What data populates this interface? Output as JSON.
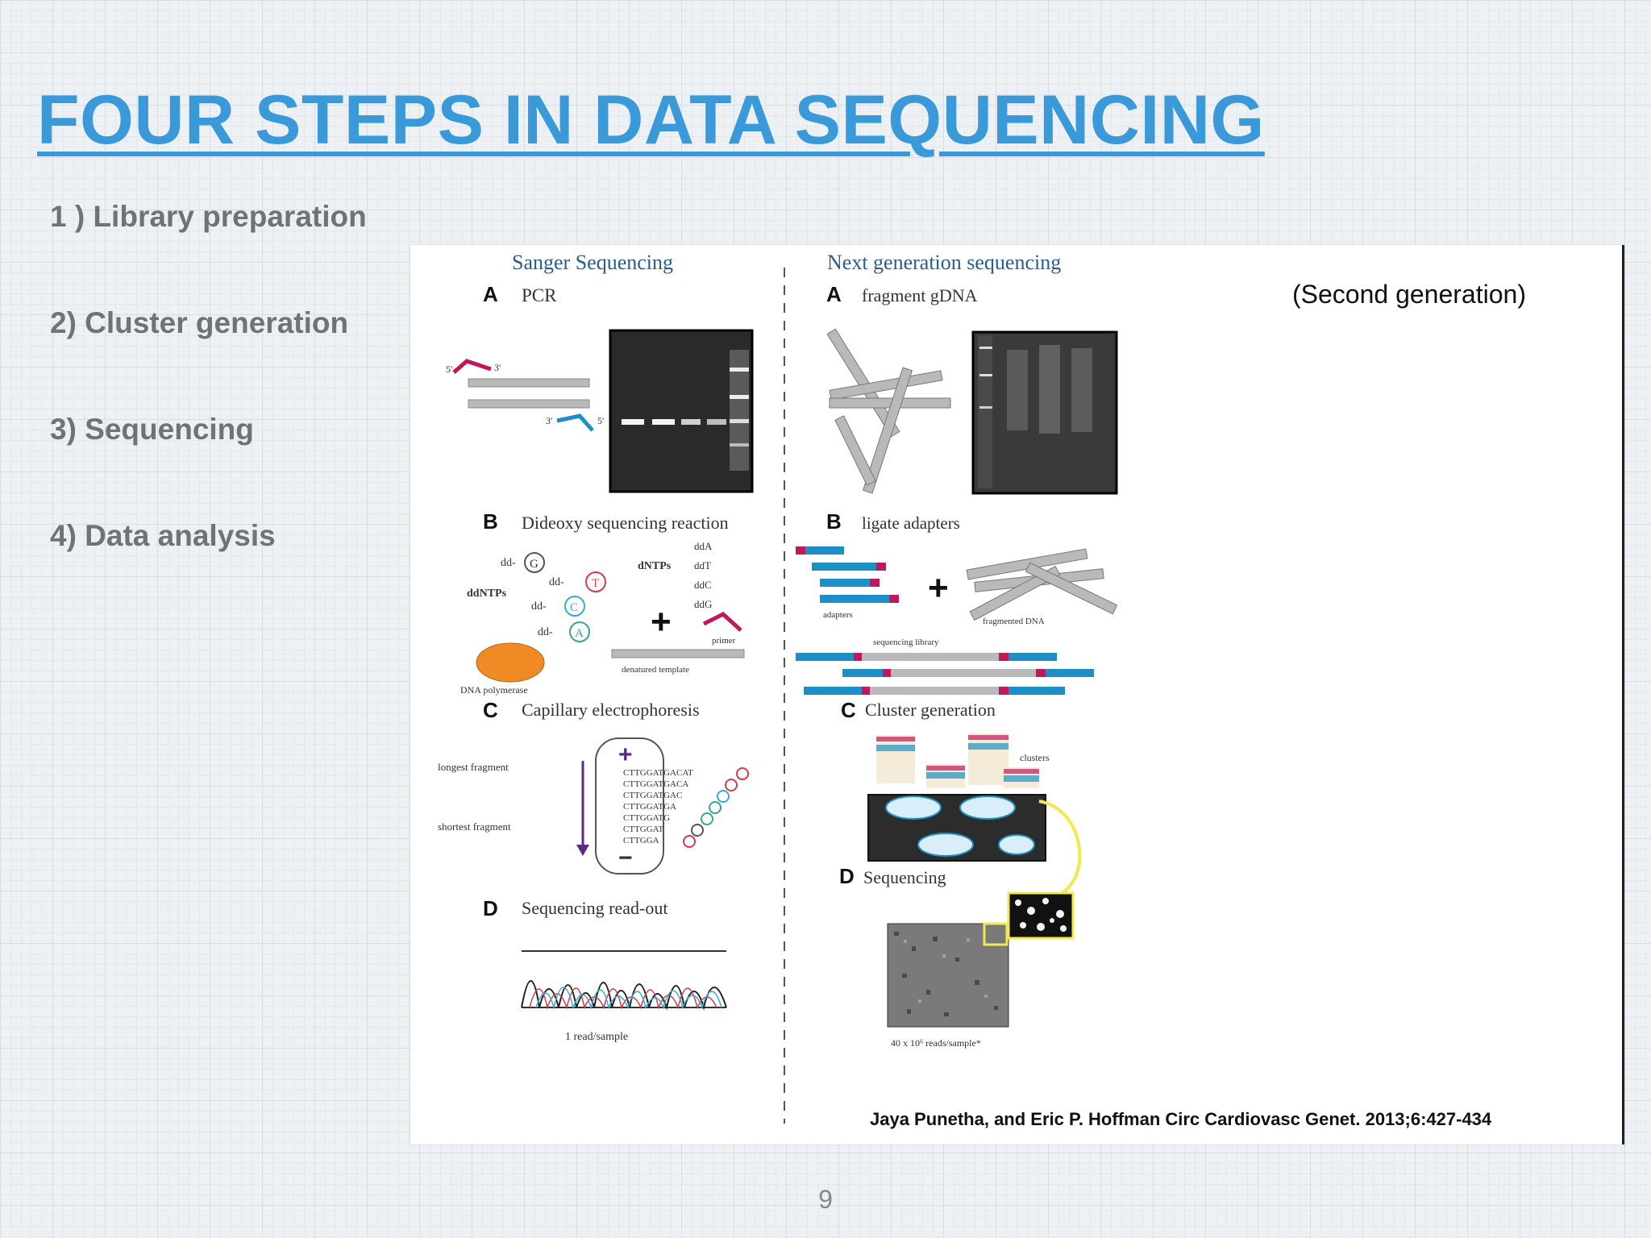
{
  "slide": {
    "title": "FOUR STEPS IN DATA SEQUENCING",
    "steps": [
      "1 ) Library preparation",
      "2) Cluster generation",
      "3) Sequencing",
      "4) Data analysis"
    ],
    "page_number": "9",
    "title_color": "#3a9ad9"
  },
  "figure": {
    "left_heading": "Sanger Sequencing",
    "right_heading": "Next generation sequencing",
    "second_generation": "(Second generation)",
    "citation": "Jaya Punetha, and Eric P. Hoffman Circ Cardiovasc Genet. 2013;6:427-434",
    "sanger": {
      "a_letter": "A",
      "a_label": "PCR",
      "b_letter": "B",
      "b_label": "Dideoxy sequencing reaction",
      "ddntps": "ddNTPs",
      "dd_g": "dd-",
      "dd_t": "dd-",
      "dd_c": "dd-",
      "dd_a": "dd-",
      "base_g": "G",
      "base_t": "T",
      "base_c": "C",
      "base_a": "A",
      "dntps": "dNTPs",
      "dd_list": [
        "ddA",
        "ddT",
        "ddC",
        "ddG"
      ],
      "primer": "primer",
      "template": "denatured template",
      "polymerase": "DNA polymerase",
      "c_letter": "C",
      "c_label": "Capillary electrophoresis",
      "longest": "longest fragment",
      "shortest": "shortest fragment",
      "plus_sign": "+",
      "minus_sign": "−",
      "seq_lines": [
        "CTTGGATGACAT",
        "CTTGGATGACA",
        "CTTGGATGAC",
        "CTTGGATGA",
        "CTTGGATG",
        "CTTGGAT",
        "CTTGGA"
      ],
      "d_letter": "D",
      "d_label": "Sequencing read-out",
      "reads": "1 read/sample",
      "prime5": "5'",
      "prime3": "3'"
    },
    "ngs": {
      "a_letter": "A",
      "a_label": "fragment gDNA",
      "b_letter": "B",
      "b_label": "ligate adapters",
      "adapters": "adapters",
      "fragmented_dna": "fragmented DNA",
      "seq_library": "sequencing library",
      "c_letter": "C",
      "c_label": "Cluster generation",
      "clusters": "clusters",
      "d_letter": "D",
      "d_label": "Sequencing",
      "reads": "40 x 10⁶ reads/sample*"
    },
    "plus_sign": "+",
    "colors": {
      "magenta": "#c2185b",
      "blue": "#1e8fc6",
      "orange": "#f08a24",
      "gray_bar": "#b9b9b9",
      "gel": "#2a2a2a"
    }
  }
}
